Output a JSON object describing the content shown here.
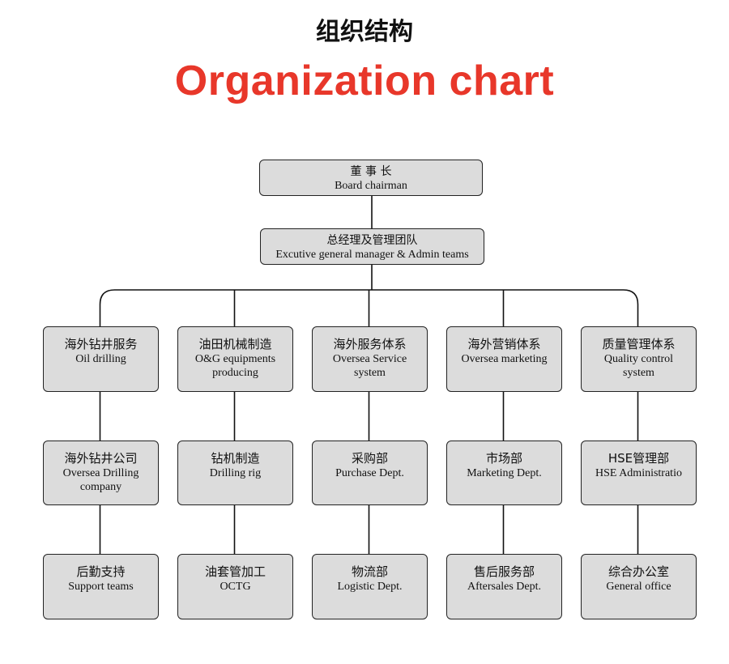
{
  "title": {
    "cn": "组织结构",
    "en": "Organization chart"
  },
  "colors": {
    "title_accent": "#e8372a",
    "box_fill": "#dcdcdc",
    "box_border": "#222222",
    "line": "#111111"
  },
  "chairman": {
    "cn": "董 事 长",
    "en": "Board chairman"
  },
  "management": {
    "cn": "总经理及管理团队",
    "en": "Excutive general manager & Admin teams"
  },
  "divisions": [
    {
      "head": {
        "cn": "海外钻井服务",
        "en": "Oil drilling"
      },
      "level2": {
        "cn": "海外钻井公司",
        "en": "Oversea Drilling\ncompany"
      },
      "level3": {
        "cn": "后勤支持",
        "en": "Support teams"
      }
    },
    {
      "head": {
        "cn": "油田机械制造",
        "en": "O&G equipments\nproducing"
      },
      "level2": {
        "cn": "钻机制造",
        "en": "Drilling rig"
      },
      "level3": {
        "cn": "油套管加工",
        "en": "OCTG"
      }
    },
    {
      "head": {
        "cn": "海外服务体系",
        "en": "Oversea Service\nsystem"
      },
      "level2": {
        "cn": "采购部",
        "en": "Purchase Dept."
      },
      "level3": {
        "cn": "物流部",
        "en": "Logistic Dept."
      }
    },
    {
      "head": {
        "cn": "海外营销体系",
        "en": "Oversea marketing"
      },
      "level2": {
        "cn": "市场部",
        "en": "Marketing Dept."
      },
      "level3": {
        "cn": "售后服务部",
        "en": "Aftersales Dept."
      }
    },
    {
      "head": {
        "cn": "质量管理体系",
        "en": "Quality  control\nsystem"
      },
      "level2": {
        "cn": "HSE管理部",
        "en": "HSE Administratio"
      },
      "level3": {
        "cn": "综合办公室",
        "en": "General office"
      }
    }
  ]
}
